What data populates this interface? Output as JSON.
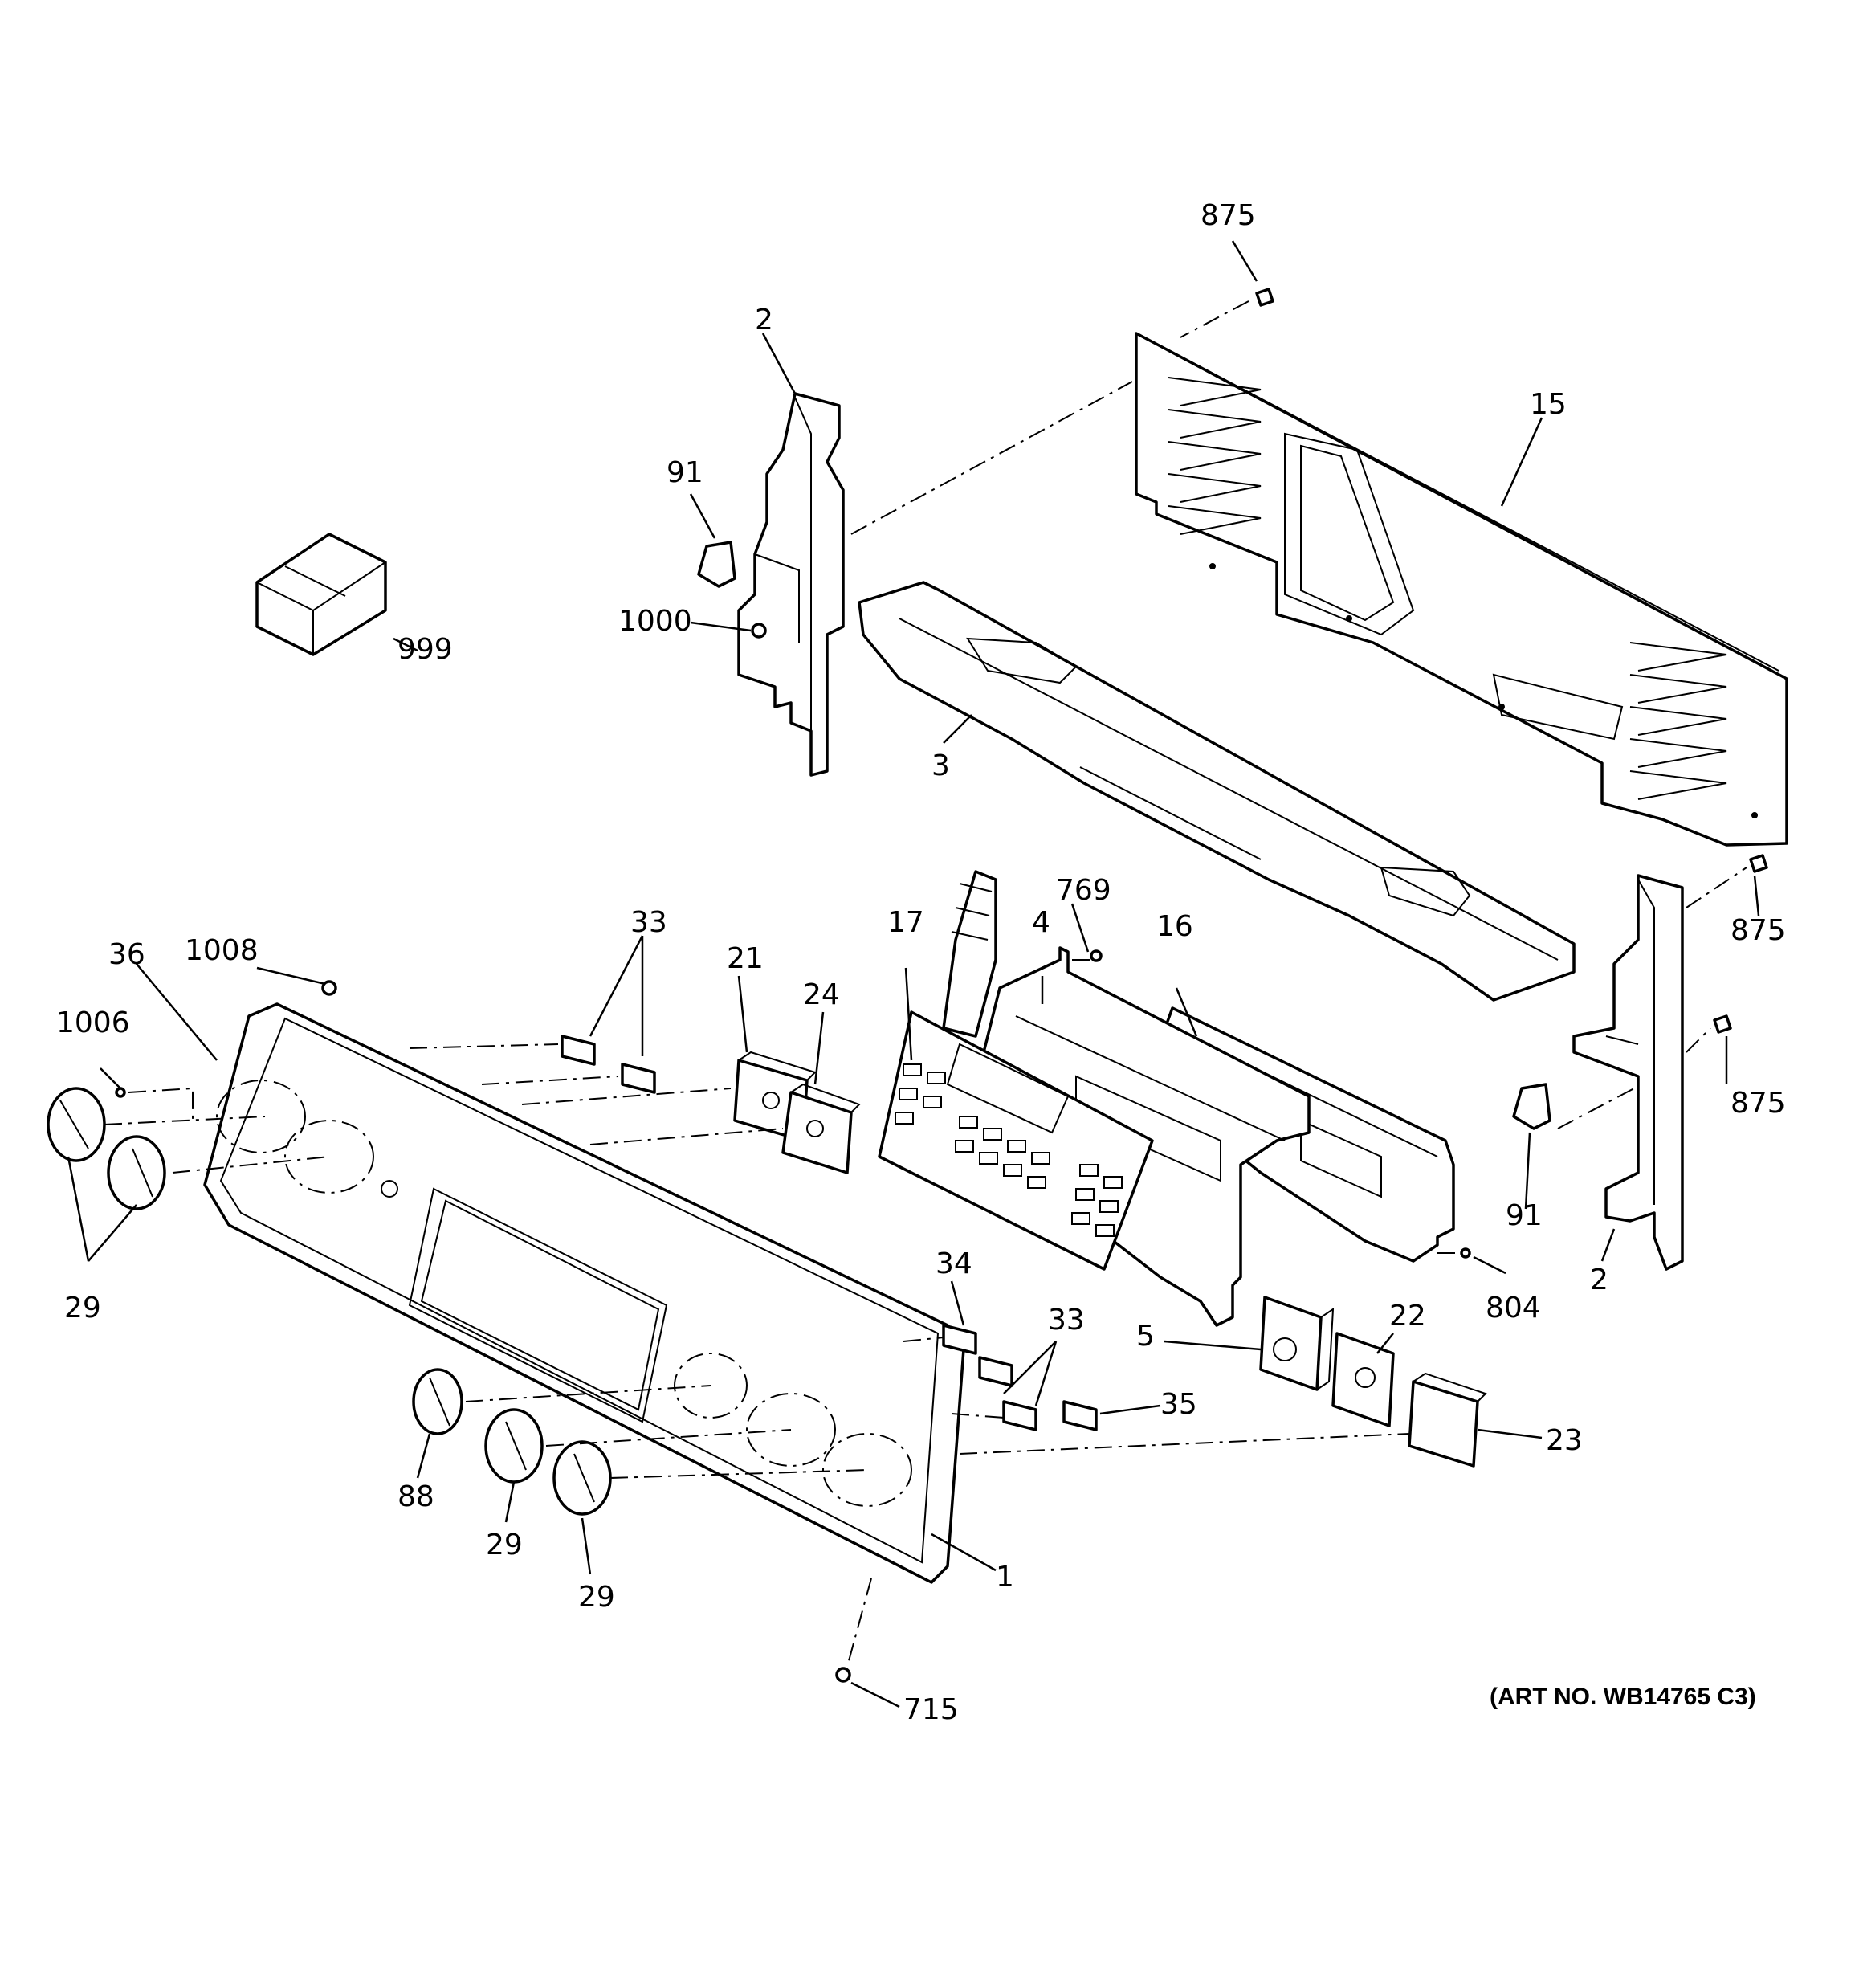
{
  "art_number": "(ART NO. WB14765 C3)",
  "callouts": [
    {
      "id": "875-top",
      "text": "875"
    },
    {
      "id": "2-left",
      "text": "2"
    },
    {
      "id": "15",
      "text": "15"
    },
    {
      "id": "91-left",
      "text": "91"
    },
    {
      "id": "1000",
      "text": "1000"
    },
    {
      "id": "999",
      "text": "999"
    },
    {
      "id": "3",
      "text": "3"
    },
    {
      "id": "875-mid",
      "text": "875"
    },
    {
      "id": "875-low",
      "text": "875"
    },
    {
      "id": "769",
      "text": "769"
    },
    {
      "id": "4",
      "text": "4"
    },
    {
      "id": "16",
      "text": "16"
    },
    {
      "id": "17",
      "text": "17"
    },
    {
      "id": "33-top",
      "text": "33"
    },
    {
      "id": "21",
      "text": "21"
    },
    {
      "id": "24",
      "text": "24"
    },
    {
      "id": "36",
      "text": "36"
    },
    {
      "id": "1008",
      "text": "1008"
    },
    {
      "id": "1006",
      "text": "1006"
    },
    {
      "id": "29-left",
      "text": "29"
    },
    {
      "id": "91-right",
      "text": "91"
    },
    {
      "id": "2-right",
      "text": "2"
    },
    {
      "id": "804",
      "text": "804"
    },
    {
      "id": "34",
      "text": "34"
    },
    {
      "id": "33-low",
      "text": "33"
    },
    {
      "id": "5",
      "text": "5"
    },
    {
      "id": "22",
      "text": "22"
    },
    {
      "id": "35",
      "text": "35"
    },
    {
      "id": "23",
      "text": "23"
    },
    {
      "id": "88",
      "text": "88"
    },
    {
      "id": "29-mid",
      "text": "29"
    },
    {
      "id": "29-low",
      "text": "29"
    },
    {
      "id": "1",
      "text": "1"
    },
    {
      "id": "715",
      "text": "715"
    }
  ]
}
